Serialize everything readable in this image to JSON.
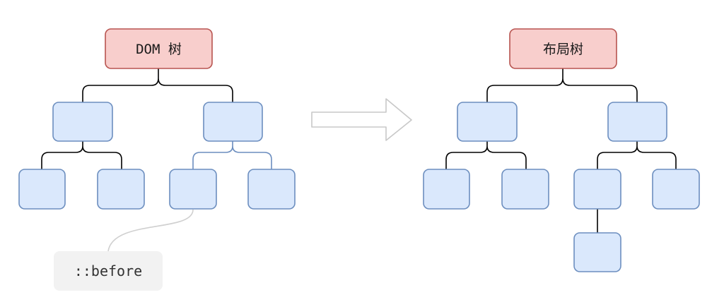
{
  "left_tree": {
    "root_label": "DOM 树"
  },
  "right_tree": {
    "root_label": "布局树"
  },
  "annotation": {
    "label": "::before"
  },
  "colors": {
    "root_fill": "#f8cecc",
    "root_stroke": "#b85450",
    "node_fill": "#dae8fc",
    "node_stroke": "#6c8ebf",
    "connector": "#000000",
    "highlight_connector": "#6c8ebf",
    "arrow_stroke": "#c8c8c8",
    "callout_line": "#d0d0d0",
    "annotation_bg": "#f2f2f2"
  }
}
